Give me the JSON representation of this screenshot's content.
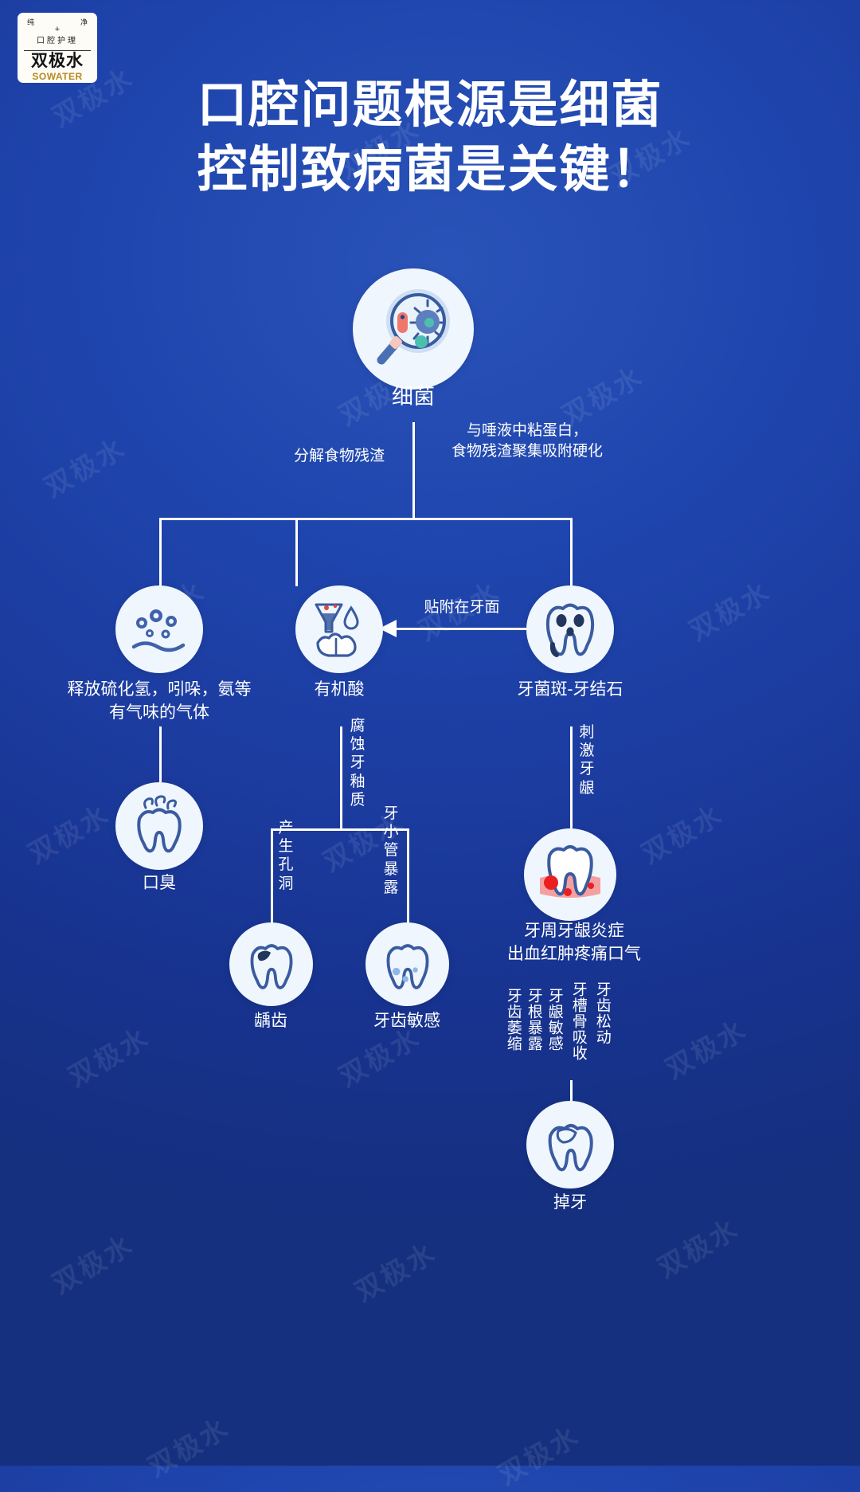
{
  "logo": {
    "word_left": "纯",
    "word_right": "净",
    "plus": "+",
    "subtitle": "口腔护理",
    "brand_cn": "双极水",
    "brand_en": "SOWATER"
  },
  "watermark": {
    "text": "双极水"
  },
  "title": {
    "line1": "口腔问题根源是细菌",
    "line2": "控制致病菌是关键！"
  },
  "colors": {
    "background_top": "#2a53b8",
    "background_bottom": "#15307f",
    "node_fill": "#eff6fd",
    "line": "#ffffff",
    "accent_red": "#e8453c",
    "accent_teal": "#4cbfae",
    "icon_blue": "#3a5ba0",
    "gum_pink": "#f4a0a0"
  },
  "chart_data": {
    "type": "diagram",
    "title": "口腔问题根源是细菌 控制致病菌是关键！",
    "nodes": [
      {
        "id": "bacteria",
        "label": "细菌",
        "icon": "magnifier-bacteria-icon"
      },
      {
        "id": "gas",
        "label": "释放硫化氢，吲哚，氨等\n有气味的气体",
        "icon": "bubbles-gas-icon"
      },
      {
        "id": "acid",
        "label": "有机酸",
        "icon": "acid-beaker-icon"
      },
      {
        "id": "plaque",
        "label": "牙菌斑-牙结石",
        "icon": "plaque-tooth-icon"
      },
      {
        "id": "halitosis",
        "label": "口臭",
        "icon": "bad-breath-tooth-icon"
      },
      {
        "id": "caries",
        "label": "龋齿",
        "icon": "cavity-tooth-icon"
      },
      {
        "id": "sensitivity",
        "label": "牙齿敏感",
        "icon": "sensitive-tooth-icon"
      },
      {
        "id": "periodontitis",
        "label": "牙周牙龈炎症\n出血红肿疼痛口气",
        "icon": "inflamed-gum-icon"
      },
      {
        "id": "toothloss",
        "label": "掉牙",
        "icon": "missing-tooth-icon"
      }
    ],
    "edges": [
      {
        "from": "bacteria",
        "to": "gas",
        "label": "分解食物残渣"
      },
      {
        "from": "bacteria",
        "to": "acid",
        "label": "分解食物残渣"
      },
      {
        "from": "bacteria",
        "to": "plaque",
        "label": "与唾液中粘蛋白，\n食物残渣聚集吸附硬化"
      },
      {
        "from": "plaque",
        "to": "acid",
        "label": "贴附在牙面",
        "direction": "leftward-arrow"
      },
      {
        "from": "gas",
        "to": "halitosis",
        "label": ""
      },
      {
        "from": "acid",
        "to": "caries",
        "label": "腐蚀牙釉质 / 产生孔洞"
      },
      {
        "from": "acid",
        "to": "sensitivity",
        "label": "腐蚀牙釉质 / 牙小管暴露"
      },
      {
        "from": "plaque",
        "to": "periodontitis",
        "label": "刺激牙龈"
      },
      {
        "from": "periodontitis",
        "to": "toothloss",
        "label": "牙齿萎缩 / 牙根暴露 / 牙龈敏感 / 牙槽骨吸收 / 牙齿松动"
      }
    ],
    "edge_labels": {
      "decompose": "分解食物残渣",
      "mucin": "与唾液中粘蛋白，\n食物残渣聚集吸附硬化",
      "attach": "贴附在牙面",
      "erode_enamel": "腐蚀\n牙釉\n质",
      "make_holes": "产生\n孔洞",
      "tubule_exposed": "牙小\n管暴\n露",
      "irritate_gum": "刺激\n牙龈",
      "gum_recession": "牙齿萎缩",
      "root_exposed": "牙根暴露",
      "gum_sensitive": "牙龈敏感",
      "bone_resorption": "牙槽骨吸收",
      "tooth_loose": "牙齿松动"
    }
  }
}
